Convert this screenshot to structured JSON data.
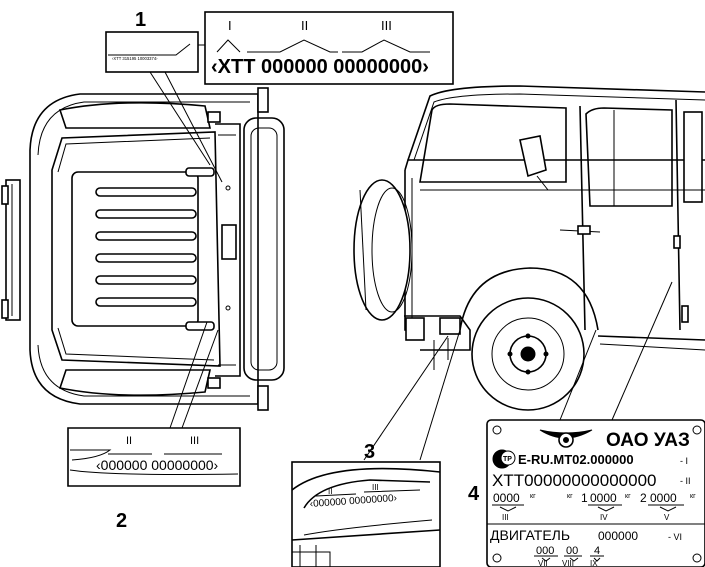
{
  "callouts": {
    "c1": "1",
    "c2": "2",
    "c3": "3",
    "c4": "4"
  },
  "tag1": {
    "small_text": "‹XTT 315195 10003374›",
    "roman": [
      "I",
      "II",
      "III"
    ],
    "vin": "‹XTT 000000 00000000›"
  },
  "tag2": {
    "roman": [
      "II",
      "III"
    ],
    "code": "‹000000 00000000›"
  },
  "tag3": {
    "roman": [
      "II",
      "III"
    ],
    "code": "‹000000 00000000›"
  },
  "plate": {
    "maker": "ОАО УАЗ",
    "approval": "E-RU.MT02.000000",
    "approval_roman": "- I",
    "vin": "XTT00000000000000",
    "vin_roman": "- II",
    "w1": "0000",
    "w1_unit": "кг",
    "w1_roman": "III",
    "w2_unit_pre": "кг",
    "w2_axle": "1",
    "w2": "0000",
    "w2_unit": "кг",
    "w2_roman": "IV",
    "w3_axle": "2",
    "w3": "0000",
    "w3_unit": "кг",
    "w3_roman": "V",
    "engine_label": "ДВИГАТЕЛЬ",
    "engine_no": "000000",
    "engine_roman": "- VI",
    "c1": "000",
    "c1_roman": "VII",
    "c2": "00",
    "c2_roman": "VIII",
    "c3": "4",
    "c3_roman": "IX"
  }
}
